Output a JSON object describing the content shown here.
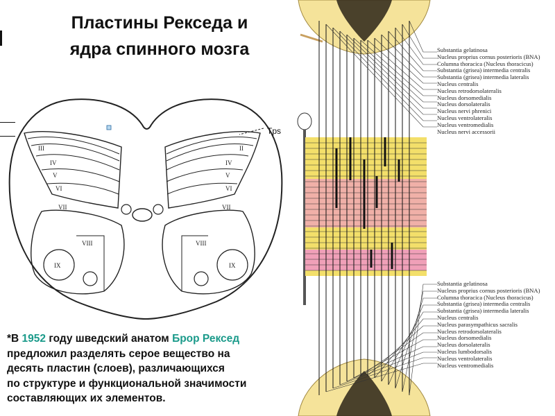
{
  "slide": {
    "title_line1": "Пластины Рекседа и",
    "title_line2": "ядра спинного мозга"
  },
  "cross_section": {
    "tract_label": "Tps",
    "laminae_labels": [
      "II",
      "III",
      "IV",
      "V",
      "VI",
      "VII",
      "VIII",
      "IX",
      "IX"
    ]
  },
  "caption": {
    "lines": [
      {
        "parts": [
          {
            "text": "*В ",
            "accent": false
          },
          {
            "text": "1952",
            "accent": true
          },
          {
            "text": " году шведский анатом ",
            "accent": false
          },
          {
            "text": "Брор Рексед",
            "accent": true
          }
        ]
      },
      {
        "parts": [
          {
            "text": " предложил разделять серое вещество на",
            "accent": false
          }
        ]
      },
      {
        "parts": [
          {
            "text": "десять пластин (слоев), различающихся",
            "accent": false
          }
        ]
      },
      {
        "parts": [
          {
            "text": "по структуре и функциональной значимости",
            "accent": false
          }
        ]
      },
      {
        "parts": [
          {
            "text": " составляющих их элементов.",
            "accent": false
          }
        ]
      }
    ],
    "accent_color": "#1a9a8a"
  },
  "nuclei_top": [
    "Substantia gelatinosa",
    "Nucleus proprius cornus posterioris (BNA)",
    "Columna thoracica (Nucleus thoracicus)",
    "Substantia (grisea) intermedia centralis",
    "Substantia (grisea) intermedia lateralis",
    "Nucleus centralis",
    "Nucleus retrodorsolateralis",
    "Nucleus dorsomedialis",
    "Nucleus dorsolateralis",
    "Nucleus nervi phrenici",
    "Nucleus ventrolateralis",
    "Nucleus ventromedialis",
    "Nucleus nervi accessorii"
  ],
  "nuclei_bottom": [
    "Substantia gelatinosa",
    "Nucleus proprius cornus posterioris (BNA)",
    "Columna thoracica (Nucleus thoracicus)",
    "Substantia (grisea) intermedia centralis",
    "Substantia (grisea) intermedia lateralis",
    "Nucleus centralis",
    "Nucleus parasympathicus sacralis",
    "Nucleus retrodorsolateralis",
    "Nucleus dorsomedialis",
    "Nucleus dorsolateralis",
    "Nucleus lumbodorsalis",
    "Nucleus ventrolateralis",
    "Nucleus ventromedialis"
  ],
  "colors": {
    "segment_yellow": "#f3df6a",
    "segment_pink": "#f0b0a8",
    "cord_yellow": "#f5e39a",
    "grey_matter": "#2b2418"
  }
}
